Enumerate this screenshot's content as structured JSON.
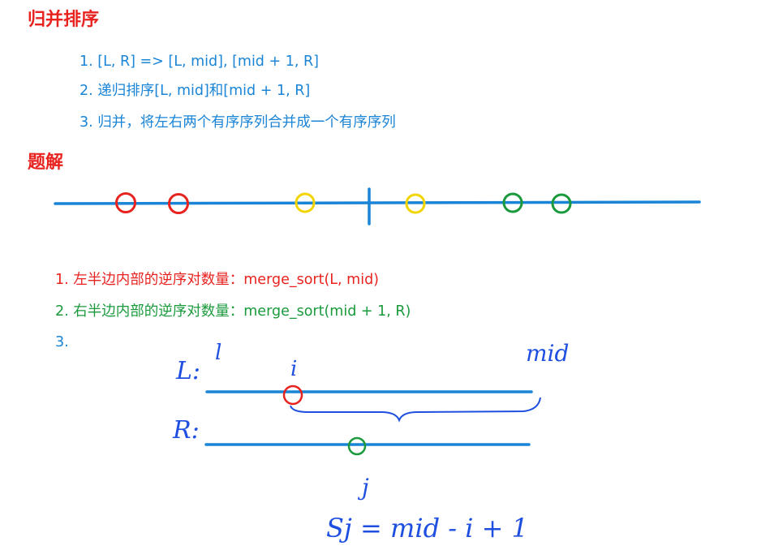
{
  "headings": {
    "merge_sort": "归并排序",
    "solution": "题解"
  },
  "merge_steps": [
    "1. [L, R] => [L, mid], [mid + 1, R]",
    "2. 递归排序[L, mid]和[mid + 1, R]",
    "3. 归并，将左右两个有序序列合并成一个有序序列"
  ],
  "cases": [
    "1. 左半边内部的逆序对数量：merge_sort(L, mid)",
    "2. 右半边内部的逆序对数量：merge_sort(mid + 1, R)",
    "3."
  ],
  "handwriting": {
    "L_label": "L:",
    "R_label": "R:",
    "l_mark": "l",
    "i_mark": "i",
    "mid_mark": "mid",
    "j_mark": "j",
    "formula": "Sj = mid - i + 1"
  },
  "colors": {
    "heading": "#e8231f",
    "text_blue": "#1a84d6",
    "case_red": "#e8231f",
    "case_green": "#1a9a3c",
    "line": "#1a84d6",
    "circle_red": "#e8231f",
    "circle_yellow": "#f2d400",
    "circle_green": "#1a9a3c",
    "ink_blue": "#1f4fe0"
  }
}
